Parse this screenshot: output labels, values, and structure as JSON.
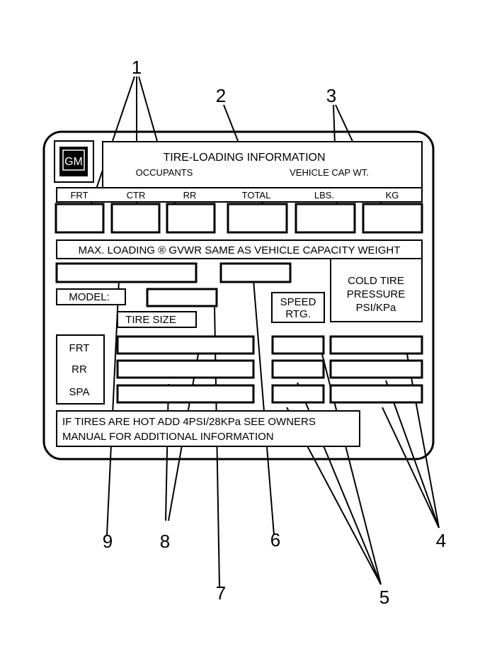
{
  "label": {
    "title": "TIRE-LOADING INFORMATION",
    "occupants": "OCCUPANTS",
    "vehicle_cap_wt": "VEHICLE CAP WT.",
    "col_frt": "FRT",
    "col_ctr": "CTR",
    "col_rr": "RR",
    "col_total": "TOTAL",
    "col_lbs": "LBS.",
    "col_kg": "KG",
    "max_loading": "MAX. LOADING ® GVWR SAME AS VEHICLE CAPACITY WEIGHT",
    "model": "MODEL:",
    "tire_size": "TIRE SIZE",
    "speed": "SPEED",
    "rtg": "RTG.",
    "cold_tire": "COLD TIRE",
    "pressure": "PRESSURE",
    "psi_kpa": "PSI/KPa",
    "row_frt": "FRT",
    "row_rr": "RR",
    "row_spa": "SPA",
    "note_line1": "IF TIRES ARE HOT ADD 4PSI/28KPa SEE OWNERS",
    "note_line2": "MANUAL FOR ADDITIONAL INFORMATION"
  },
  "logo": {
    "text": "GM"
  },
  "callouts": {
    "n1": "1",
    "n2": "2",
    "n3": "3",
    "n4": "4",
    "n5": "5",
    "n6": "6",
    "n7": "7",
    "n8": "8",
    "n9": "9"
  }
}
